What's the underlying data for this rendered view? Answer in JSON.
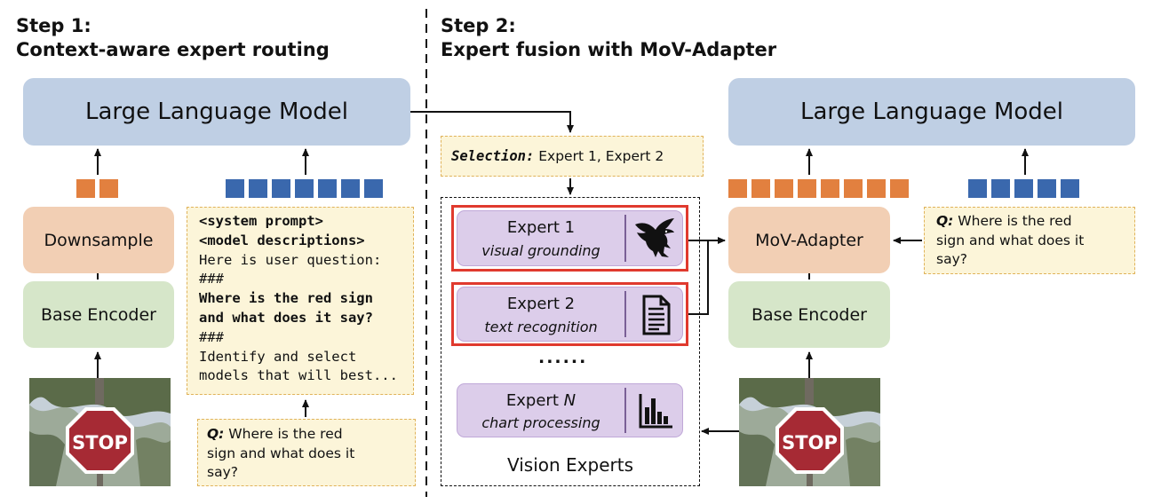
{
  "step1": {
    "title_line1": "Step 1:",
    "title_line2": "Context-aware expert routing"
  },
  "step2": {
    "title_line1": "Step 2:",
    "title_line2": "Expert fusion with MoV-Adapter"
  },
  "left": {
    "llm_label": "Large Language Model",
    "downsample_label": "Downsample",
    "encoder_label": "Base Encoder",
    "prompt_lines": [
      "<system prompt>",
      "<model descriptions>",
      "Here is user question:",
      "###",
      "Where is the red sign",
      "and what does it say?",
      "###",
      "Identify and select",
      "models that will best..."
    ],
    "question_label": "Q:",
    "question_lines": [
      " Where is the red",
      "sign and what does it",
      "say?"
    ]
  },
  "middle": {
    "selection_label": "Selection:",
    "selection_value": " Expert 1, Expert 2",
    "experts": [
      {
        "name": "Expert 1",
        "sub": "visual grounding",
        "icon": "eagle-icon",
        "selected": true
      },
      {
        "name": "Expert 2",
        "sub": "text recognition",
        "icon": "document-icon",
        "selected": true
      },
      {
        "name_prefix": "Expert ",
        "name_var": "N",
        "sub": "chart processing",
        "icon": "bar-chart-icon",
        "selected": false
      }
    ],
    "ellipsis": "......",
    "panel_label": "Vision Experts"
  },
  "right": {
    "llm_label": "Large Language Model",
    "adapter_label": "MoV-Adapter",
    "encoder_label": "Base Encoder",
    "question_label": "Q:",
    "question_lines": [
      " Where is the red",
      "sign and what does it",
      "say?"
    ]
  },
  "image": {
    "sign_text": "STOP"
  },
  "colors": {
    "llm": "#bfcfe4",
    "adapter": "#f2cfb4",
    "encoder": "#d6e6c9",
    "expert": "#dccdea",
    "selected_frame": "#e03a2e",
    "token_orange": "#e2803f",
    "token_blue": "#3a68ad",
    "note_fill": "#fcf5d9",
    "note_border": "#e0b35a"
  }
}
